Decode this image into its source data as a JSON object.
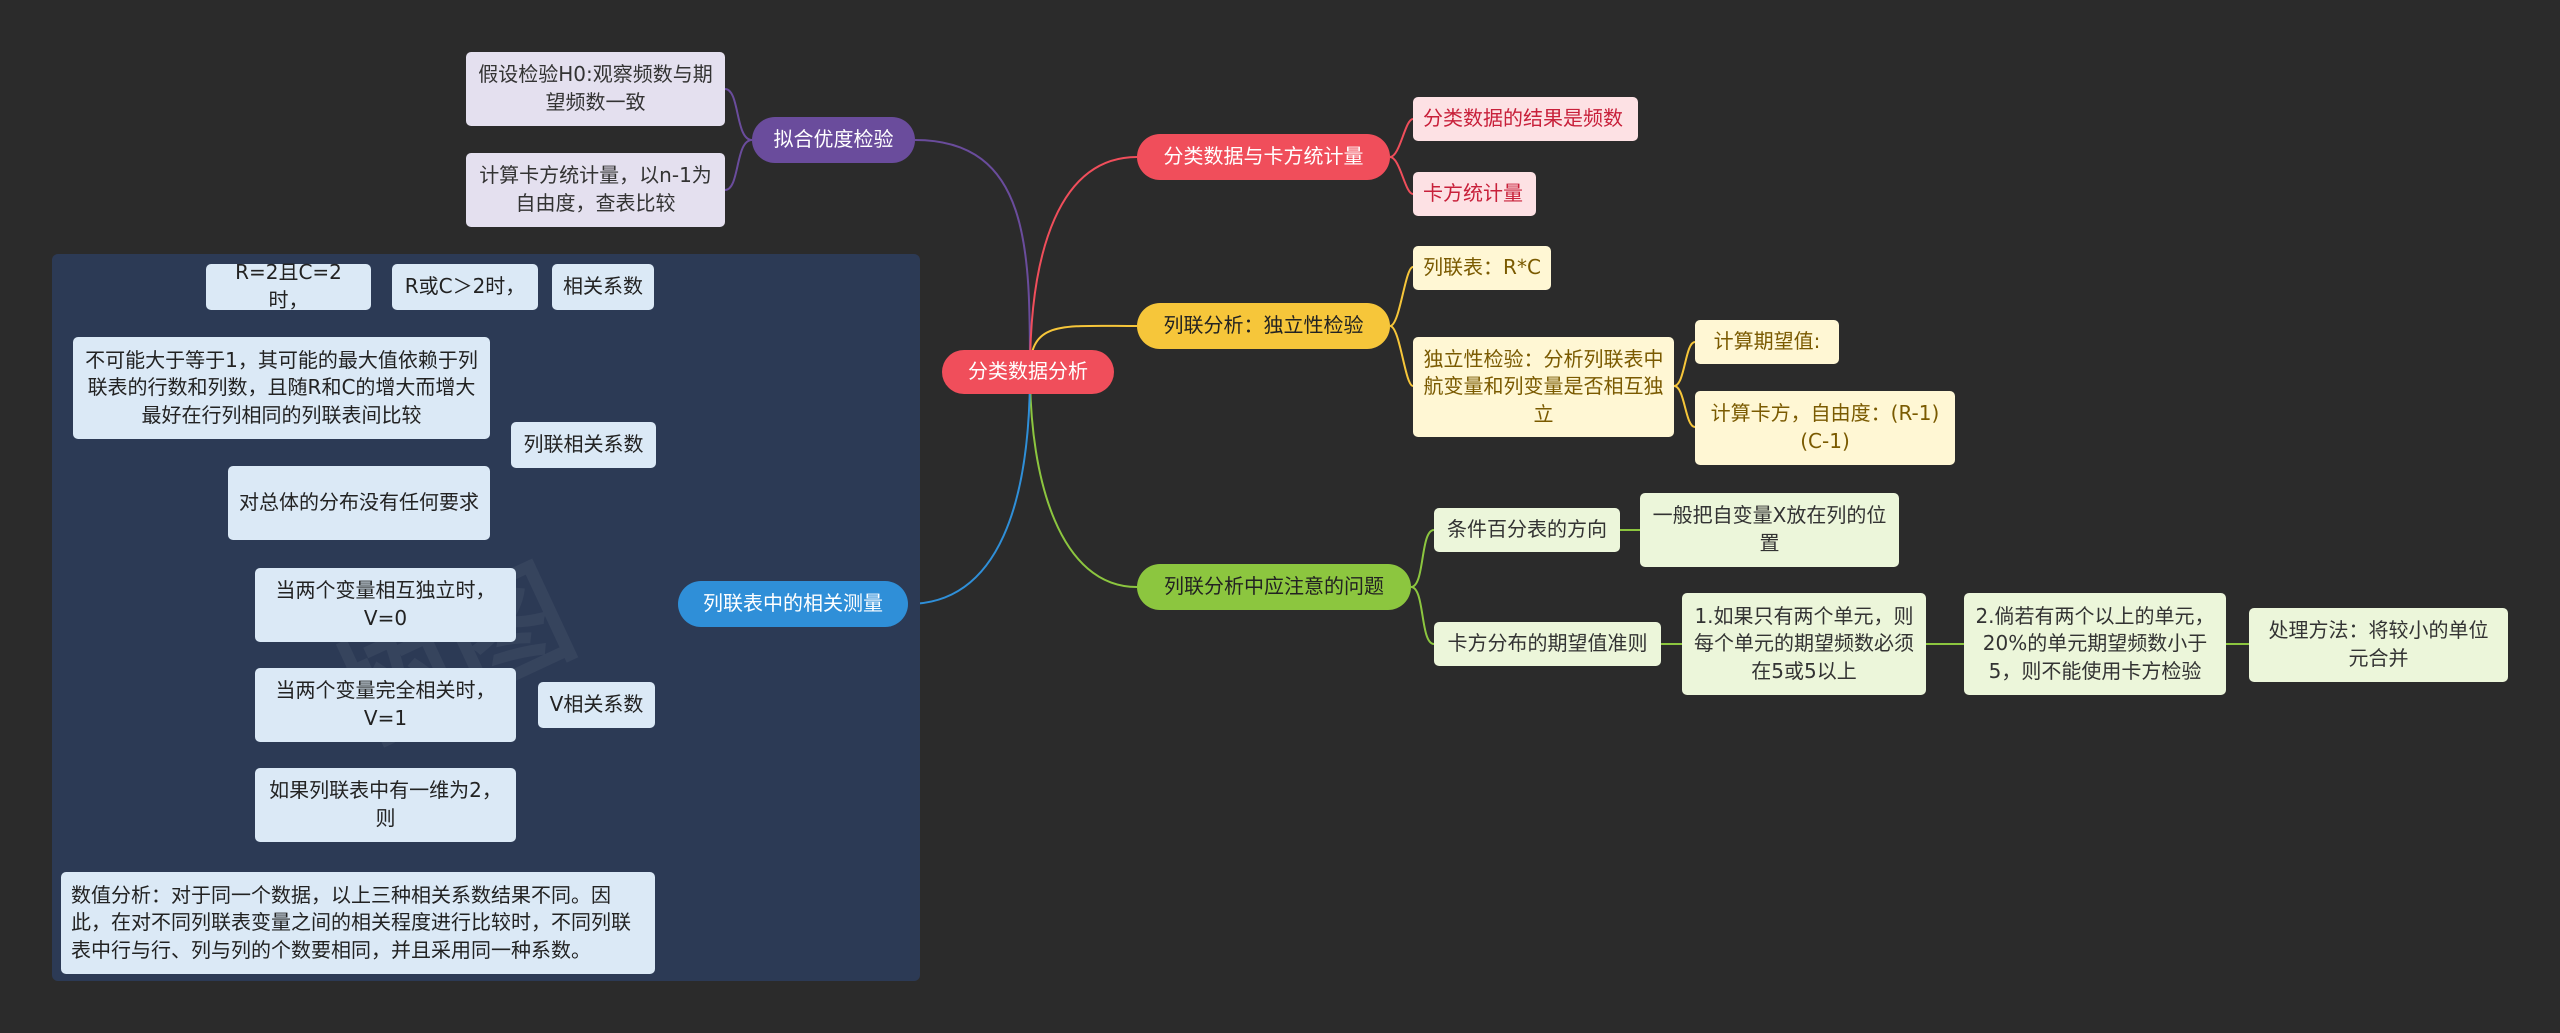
{
  "root": "分类数据分析",
  "goodness": {
    "label": "拟合优度检验",
    "items": [
      "假设检验H0:观察频数与期望频数一致",
      "计算卡方统计量，以n-1为自由度，查表比较"
    ]
  },
  "chi_stat": {
    "label": "分类数据与卡方统计量",
    "items": [
      "分类数据的结果是频数",
      "卡方统计量"
    ]
  },
  "contingency": {
    "label": "列联分析：独立性检验",
    "table": "列联表：R*C",
    "indep": "独立性检验：分析列联表中航变量和列变量是否相互独立",
    "expected": "计算期望值:",
    "chi_df": "计算卡方，自由度：(R-1)(C-1)"
  },
  "notes": {
    "label": "列联分析中应注意的问题",
    "direction": "条件百分表的方向",
    "direction_val": "一般把自变量X放在列的位置",
    "chi_rule": "卡方分布的期望值准则",
    "rule1": "1.如果只有两个单元，则每个单元的期望频数必须在5或5以上",
    "rule2": "2.倘若有两个以上的单元，20%的单元期望频数小于5，则不能使用卡方检验",
    "rule3": "处理方法：将较小的单位元合并"
  },
  "corr": {
    "label": "列联表中的相关测量",
    "phi": {
      "label": "相关系数",
      "a": "R=2且C=2时，",
      "b": "R或C＞2时，"
    },
    "c": {
      "label": "列联相关系数",
      "a": "不可能大于等于1，其可能的最大值依赖于列联表的行数和列数，且随R和C的增大而增大　最好在行列相同的列联表间比较",
      "b": "对总体的分布没有任何要求"
    },
    "v": {
      "label": "V相关系数",
      "a": "当两个变量相互独立时，V=0",
      "b": "当两个变量完全相关时，V=1",
      "c": "如果列联表中有一维为2，则"
    },
    "analysis": "数值分析：对于同一个数据，以上三种相关系数结果不同。因此，在对不同列联表变量之间的相关程度进行比较时，不同列联表中行与行、列与列的个数要相同，并且采用同一种系数。"
  },
  "colors": {
    "root": "#f04e5b",
    "goodness": "#6a4c9c",
    "chi": "#f04e5b",
    "contingency": "#f6c63a",
    "notes": "#8cc63f",
    "corr": "#2f8fd8"
  }
}
